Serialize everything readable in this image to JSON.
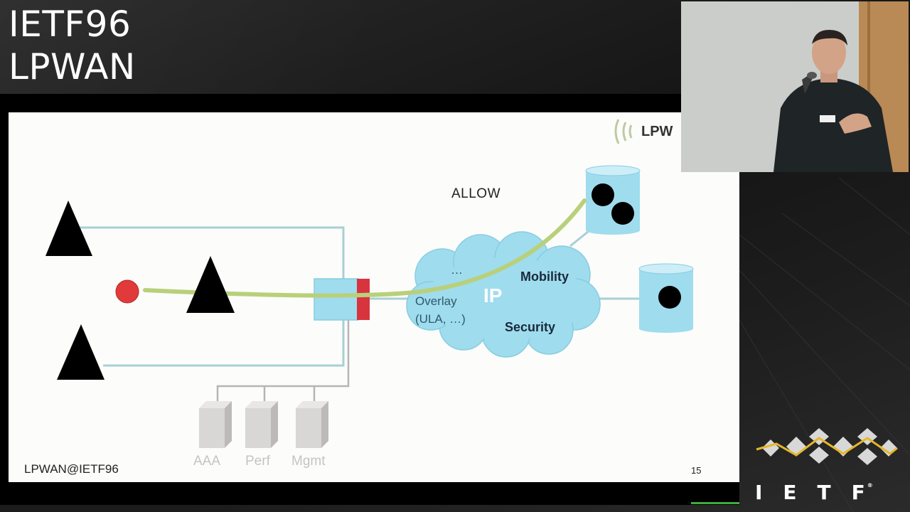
{
  "overlay": {
    "title_line1": "IETF96",
    "title_line2": "LPWAN"
  },
  "slide": {
    "logo_text": "LPW",
    "allow_label": "ALLOW",
    "cloud": {
      "center_label": "IP",
      "dots_label": "…",
      "mobility_label": "Mobility",
      "overlay_label": "Overlay",
      "ula_label": "(ULA, …)",
      "security_label": "Security"
    },
    "servers": [
      "AAA",
      "Perf",
      "Mgmt"
    ],
    "footer": "LPWAN@IETF96",
    "page_number": "15",
    "colors": {
      "cloud_fill": "#9fdcee",
      "link_line": "#a8cfd6",
      "flow_path": "#b9d07a",
      "gateway_accent": "#d8343e",
      "device_dot": "#e03a3a"
    }
  },
  "branding": {
    "ietf_word": "IETF",
    "registered": "®",
    "logo_accent": "#e5b72a"
  }
}
